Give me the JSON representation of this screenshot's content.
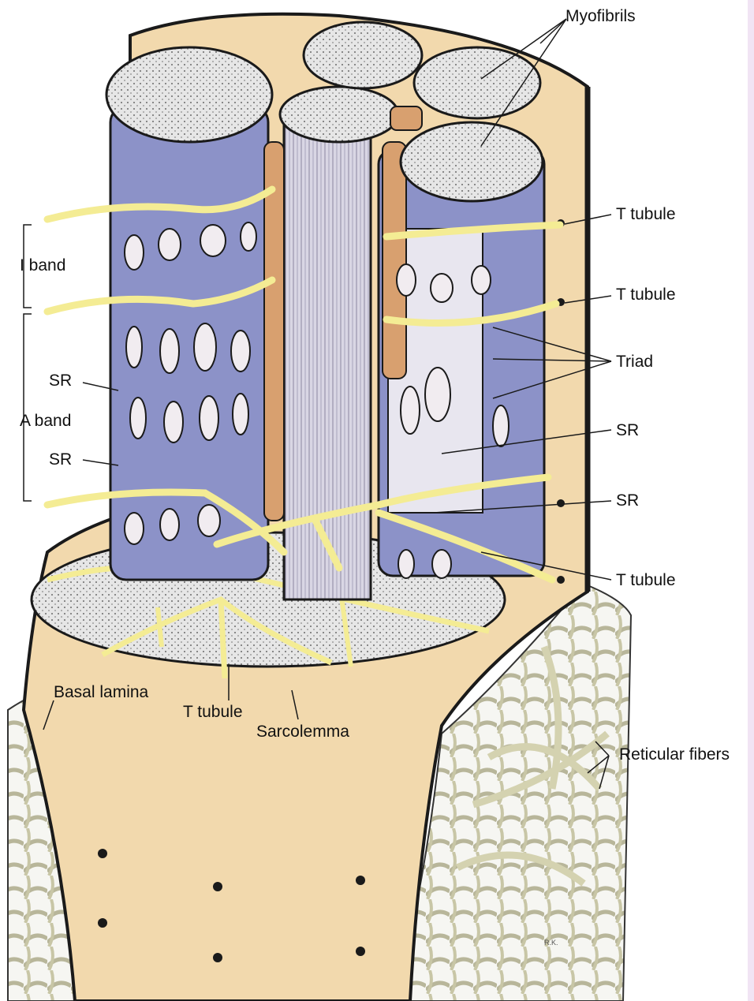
{
  "labels": {
    "myofibrils": "Myofibrils",
    "t_tubule_1": "T tubule",
    "t_tubule_2": "T tubule",
    "triad": "Triad",
    "sr_right_1": "SR",
    "sr_right_2": "SR",
    "t_tubule_3": "T tubule",
    "reticular_fibers": "Reticular fibers",
    "i_band": "I band",
    "sr_left_1": "SR",
    "a_band": "A band",
    "sr_left_2": "SR",
    "basal_lamina": "Basal lamina",
    "t_tubule_bottom": "T tubule",
    "sarcolemma": "Sarcolemma",
    "artist_initials": "R.K."
  },
  "colors": {
    "sarcoplasm": "#f2d9ad",
    "sr": "#8c92c8",
    "sr_dark": "#5d64a6",
    "t_tubule": "#f4ec94",
    "myofibril_end": "#e2e2e2",
    "mitochondria": "#d8a06f",
    "reticular": "#ecebc0",
    "outline": "#1a1a1a"
  }
}
